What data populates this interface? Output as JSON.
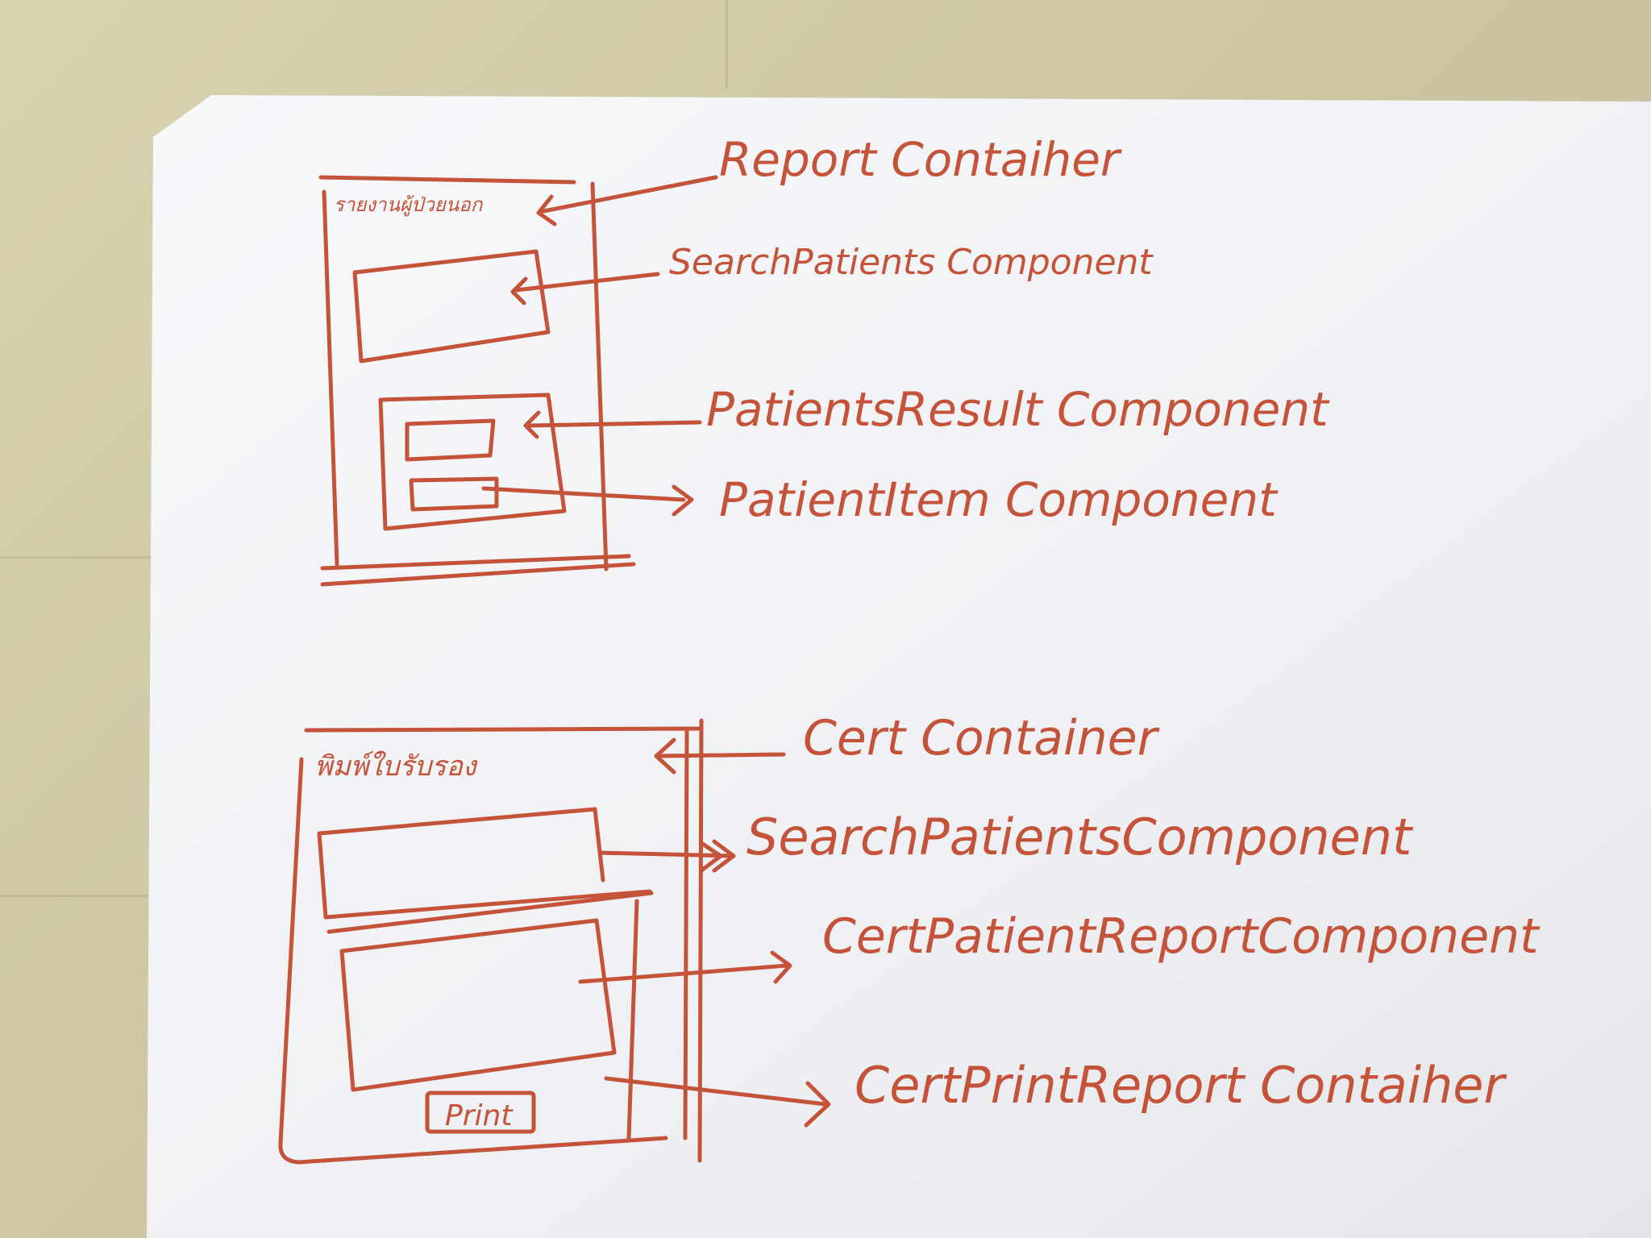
{
  "diagram1": {
    "box_title": "รายงานผู้ป่วยนอก",
    "labels": {
      "container": "Report Contaiher",
      "search": "SearchPatients Component",
      "result": "PatientsResult Component",
      "item": "PatientItem Component"
    }
  },
  "diagram2": {
    "box_title": "พิมพ์ใบรับรอง",
    "print_button": "Print",
    "labels": {
      "container": "Cert Container",
      "search": "SearchPatientsComponent",
      "report": "CertPatientReportComponent",
      "print": "CertPrintReport Contaiher"
    }
  },
  "colors": {
    "ink": "#c4533a",
    "paper": "#f4f5f7",
    "background": "#cfc9a6"
  }
}
